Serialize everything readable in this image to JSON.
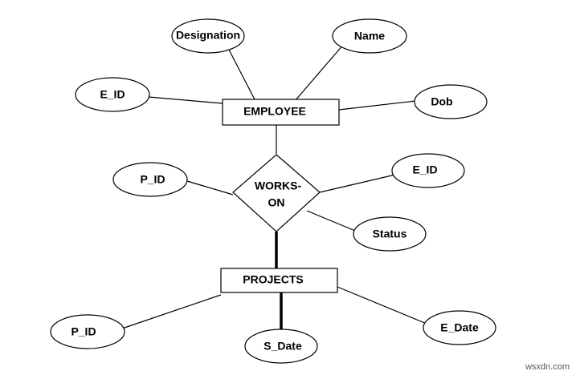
{
  "entities": {
    "employee": "EMPLOYEE",
    "projects": "PROJECTS"
  },
  "relationship": {
    "line1": "WORKS-",
    "line2": "ON"
  },
  "attributes": {
    "designation": "Designation",
    "name": "Name",
    "employee_e_id": "E_ID",
    "dob": "Dob",
    "works_on_p_id": "P_ID",
    "works_on_e_id": "E_ID",
    "status": "Status",
    "projects_p_id": "P_ID",
    "s_date": "S_Date",
    "e_date": "E_Date"
  },
  "watermark": "wsxdn.com",
  "colors": {
    "stroke": "#000000",
    "fill": "#ffffff"
  }
}
